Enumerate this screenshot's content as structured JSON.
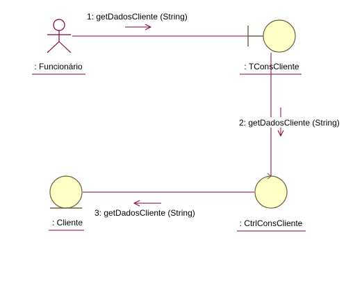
{
  "colors": {
    "line": "#800040",
    "shape_fill": "#ffffc8",
    "shape_stroke": "#6b5e3c",
    "text": "#000000"
  },
  "actors": [
    {
      "id": "funcionario",
      "kind": "actor",
      "label": ": Funcionário"
    }
  ],
  "objects": [
    {
      "id": "tconscliente",
      "kind": "boundary",
      "label": ": TConsCliente"
    },
    {
      "id": "ctrlconscliente",
      "kind": "control",
      "label": ": CtrlConsCliente"
    },
    {
      "id": "cliente",
      "kind": "entity",
      "label": ": Cliente"
    }
  ],
  "messages": [
    {
      "id": "m1",
      "from": "funcionario",
      "to": "tconscliente",
      "label": "1: getDadosCliente (String)"
    },
    {
      "id": "m2",
      "from": "tconscliente",
      "to": "ctrlconscliente",
      "label": "2: getDadosCliente (String)"
    },
    {
      "id": "m3",
      "from": "ctrlconscliente",
      "to": "cliente",
      "label": "3: getDadosCliente (String)"
    }
  ]
}
